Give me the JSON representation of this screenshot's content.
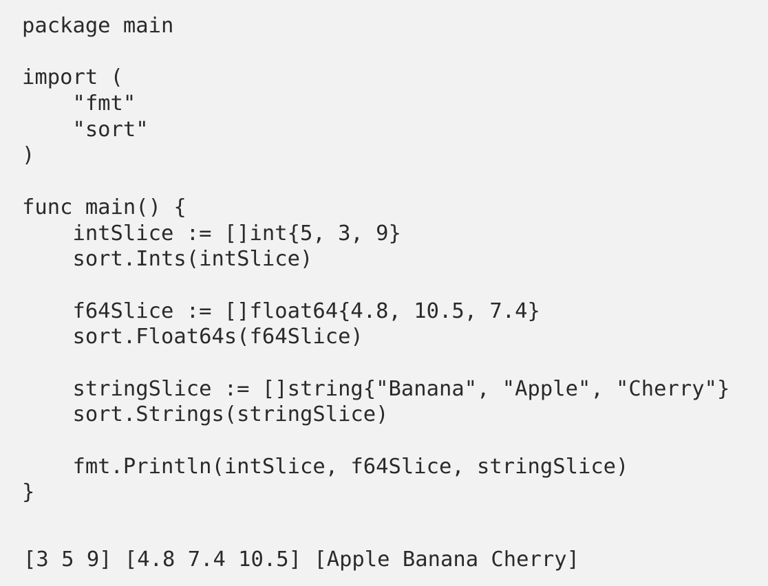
{
  "code": {
    "lines": [
      "package main",
      "",
      "import (",
      "    \"fmt\"",
      "    \"sort\"",
      ")",
      "",
      "func main() {",
      "    intSlice := []int{5, 3, 9}",
      "    sort.Ints(intSlice)",
      "",
      "    f64Slice := []float64{4.8, 10.5, 7.4}",
      "    sort.Float64s(f64Slice)",
      "",
      "    stringSlice := []string{\"Banana\", \"Apple\", \"Cherry\"}",
      "    sort.Strings(stringSlice)",
      "",
      "    fmt.Println(intSlice, f64Slice, stringSlice)",
      "}"
    ]
  },
  "output": {
    "text": "[3 5 9] [4.8 7.4 10.5] [Apple Banana Cherry]"
  }
}
